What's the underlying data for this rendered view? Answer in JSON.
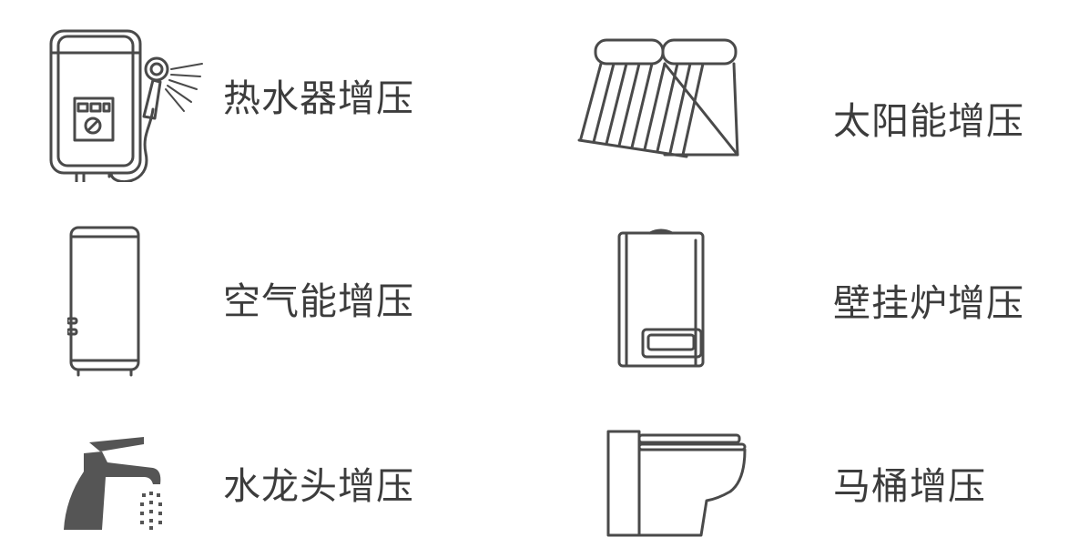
{
  "items": [
    {
      "label": "热水器增压",
      "icon": "water-heater-icon"
    },
    {
      "label": "太阳能增压",
      "icon": "solar-heater-icon"
    },
    {
      "label": "空气能增压",
      "icon": "air-energy-tank-icon"
    },
    {
      "label": "壁挂炉增压",
      "icon": "wall-boiler-icon"
    },
    {
      "label": "水龙头增压",
      "icon": "faucet-icon"
    },
    {
      "label": "马桶增压",
      "icon": "toilet-icon"
    }
  ],
  "colors": {
    "line": "#4a4a4a",
    "fill": "#555555",
    "text": "#3c3c3c"
  }
}
